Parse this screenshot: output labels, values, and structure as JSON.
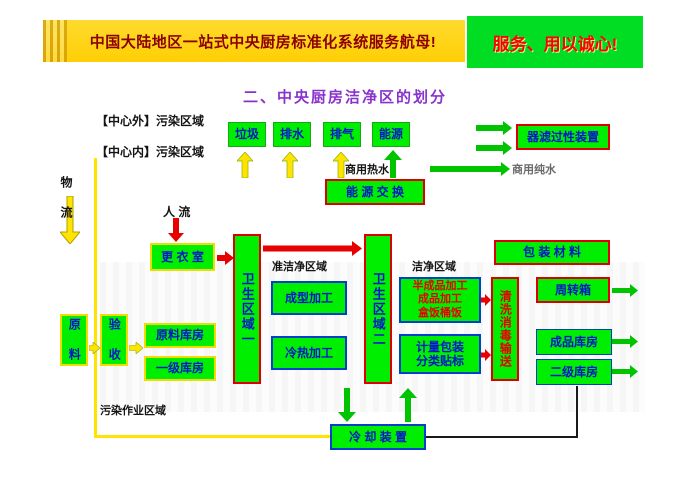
{
  "header": {
    "banner": "中国大陆地区一站式中央厨房标准化系统服务航母!",
    "slogan": "服务、用以诚心!"
  },
  "title": "二、中央厨房洁净区的划分",
  "labels": {
    "outside": "【中心外】污染区域",
    "inside": "【中心内】污染区域",
    "logistics": "物 流",
    "people": "人 流",
    "hot_water": "商用热水",
    "pure_water": "商用纯水",
    "semi_clean": "准洁净区域",
    "clean": "洁净区域",
    "polluted": "污染作业区域"
  },
  "boxes": {
    "garbage": "垃圾",
    "drain": "排水",
    "exhaust": "排气",
    "energy": "能源",
    "filter": "器滤过性装置",
    "energy_exchange": "能 源 交 换",
    "changing": "更 衣 室",
    "hygiene1": "卫生区域一",
    "hygiene2": "卫生区域二",
    "forming": "成型加工",
    "hot_cold": "冷热加工",
    "semi1": "半成品加工",
    "semi2": "成品加工",
    "semi3": "盒饭桶饭",
    "weigh1": "计量包装",
    "weigh2": "分类贴标",
    "washing": "清洗消毒输送",
    "packing": "包 装 材 料",
    "turnover": "周转箱",
    "product_store": "成品库房",
    "secondary_store": "二级库房",
    "raw": "原 料",
    "accept": "验 收",
    "raw_store": "原料库房",
    "first_store": "一级库房",
    "cooling": "冷 却 装 置"
  },
  "colors": {
    "banner_bg": "#ffd21a",
    "banner_text": "#8b0000",
    "slogan_bg": "#00dd22",
    "slogan_text": "#ff0000",
    "box_green": "#00ee00",
    "text_blue": "#0016cc",
    "text_red": "#e80000",
    "border_red": "#dd0000",
    "border_blue": "#0040cc",
    "border_yellow": "#f0dc00",
    "title_purple": "#8833cc",
    "arrow_yellow": "#ffe400",
    "arrow_green": "#00c400",
    "arrow_red": "#e60000"
  }
}
